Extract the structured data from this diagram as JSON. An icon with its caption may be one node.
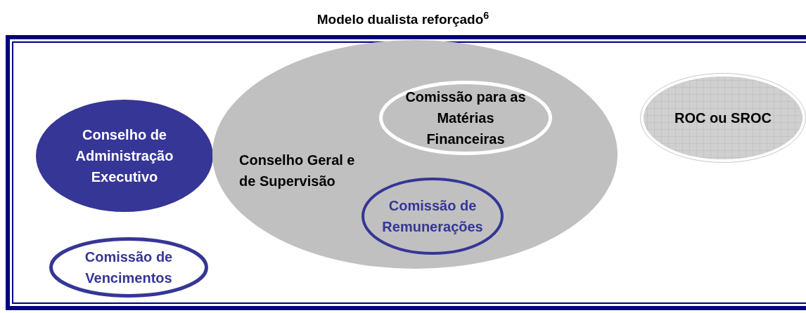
{
  "diagram": {
    "title": "Modelo dualista reforçado$^{6}$",
    "nodes": [
      {
        "text": [
          "Conselho de Administração Executivo"
        ]
      },
      {
        "text": [
          "Conselho Geral e de Supervisão"
        ]
      },
      {
        "text": [
          "Comissão para as Matérias Financeiras"
        ],
        "in": 1
      },
      {
        "text": [
          "Comissão de Remunerações"
        ],
        "in": 1
      },
      {
        "text": [
          "ROC ou SROC"
        ]
      },
      {
        "text": [
          "Comissão de Vencimentos"
        ]
      }
    ]
  }
}
